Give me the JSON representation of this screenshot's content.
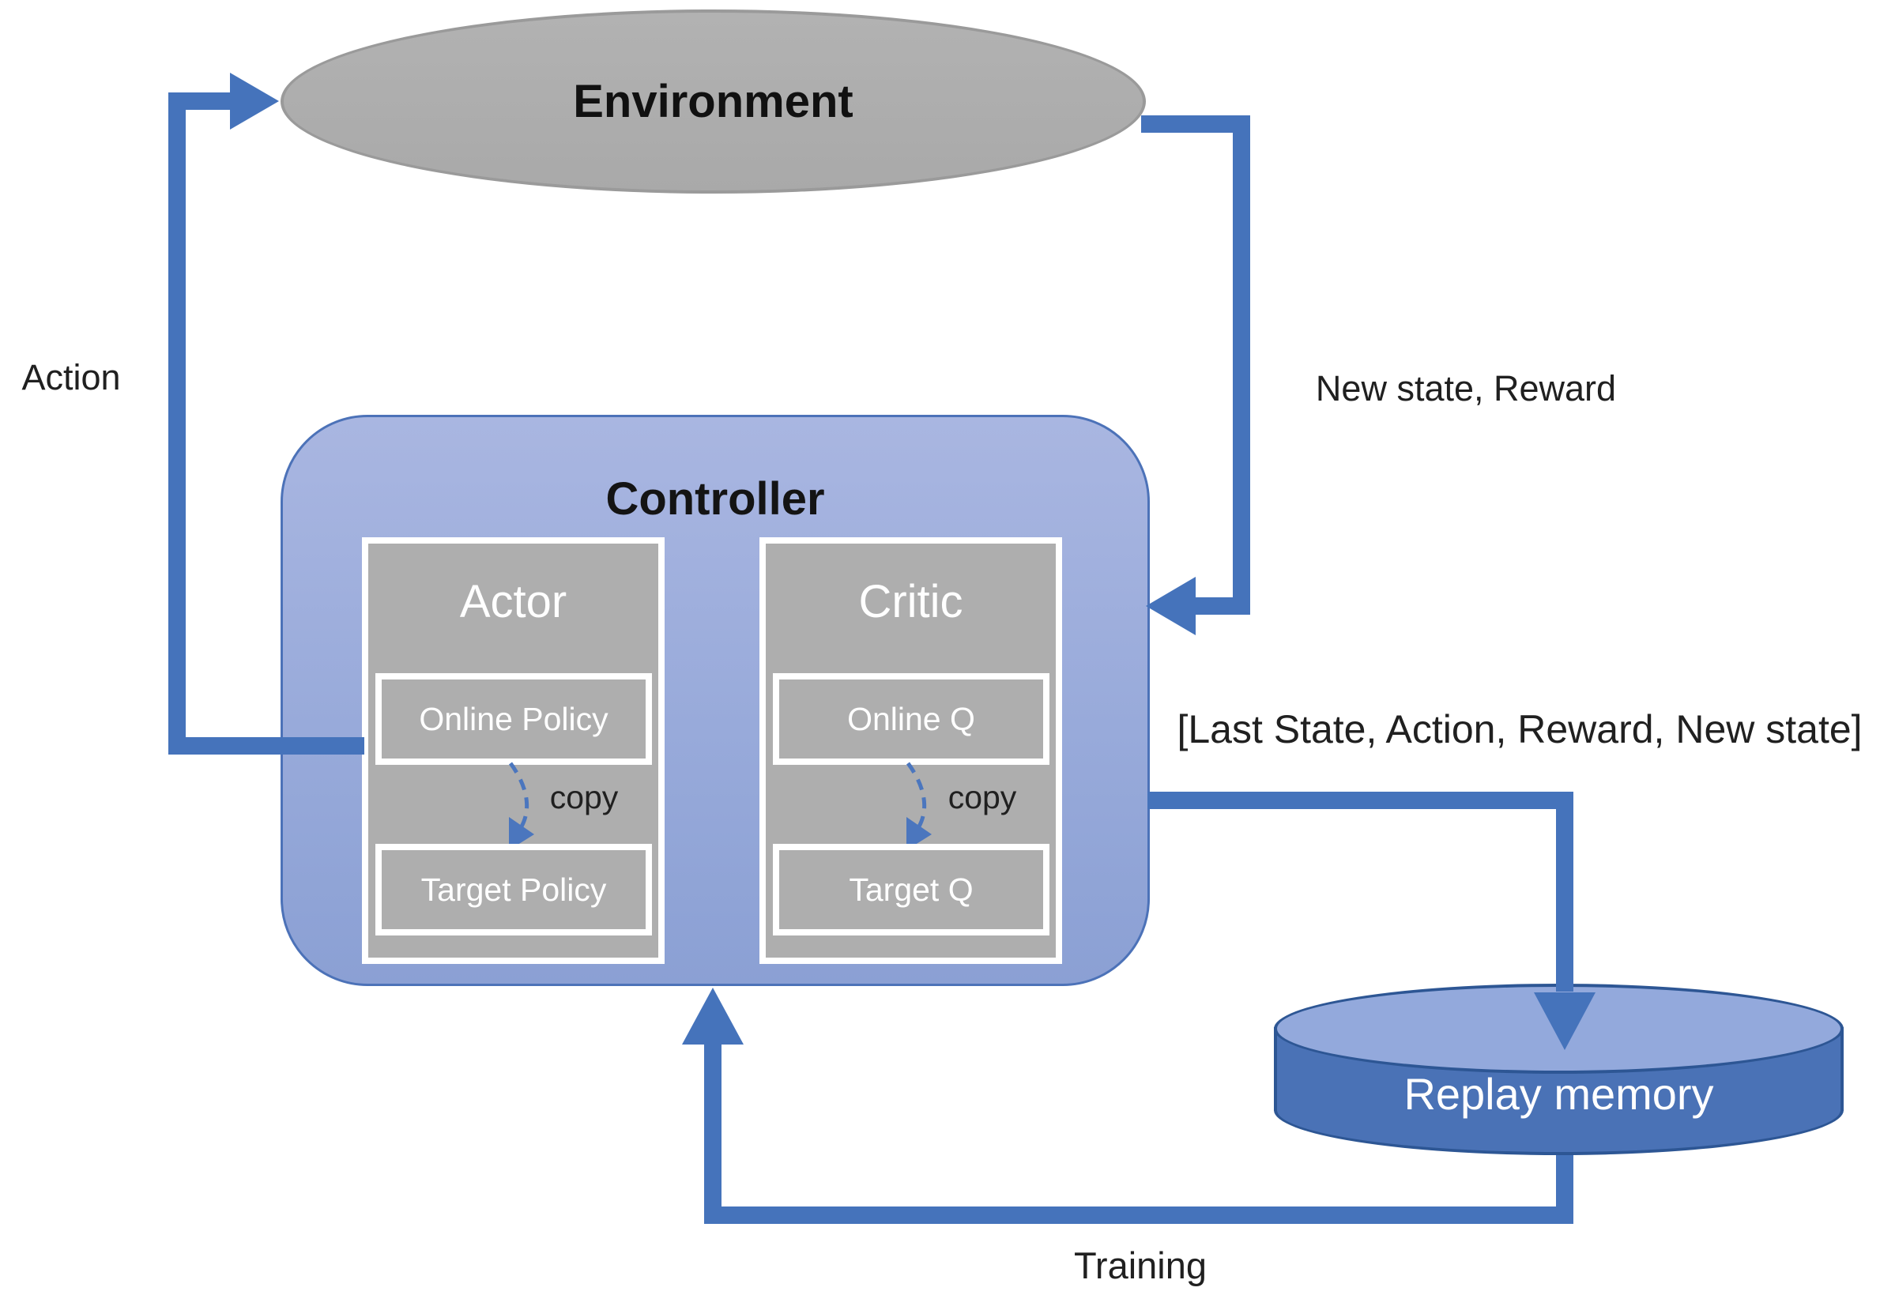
{
  "colors": {
    "arrow_blue": "#4573bb",
    "dashed_copy_blue": "#4b76be",
    "controller_fill_top": "#a9b6e1",
    "controller_fill_bottom": "#8ba0d4",
    "controller_border": "#4c72b8",
    "environment_fill": "#acacac",
    "environment_border": "#9a9a9a",
    "module_gray_fill": "#aeaeae",
    "module_border_white": "#ffffff",
    "cylinder_top_fill": "#93a9dc",
    "cylinder_body_fill": "#4a72b6",
    "cylinder_border": "#2d5694",
    "text_dark": "#1b1b1b",
    "text_white": "#ffffff"
  },
  "nodes": {
    "environment": {
      "label": "Environment"
    },
    "controller": {
      "label": "Controller"
    },
    "actor": {
      "title": "Actor",
      "online_label": "Online Policy",
      "copy_label": "copy",
      "target_label": "Target Policy"
    },
    "critic": {
      "title": "Critic",
      "online_label": "Online Q",
      "copy_label": "copy",
      "target_label": "Target Q"
    },
    "replay_memory": {
      "label": "Replay memory"
    }
  },
  "edges": {
    "action_label": "Action",
    "new_state_reward_label": "New state, Reward",
    "experience_tuple_label": "[Last State, Action, Reward, New state]",
    "training_label": "Training"
  }
}
